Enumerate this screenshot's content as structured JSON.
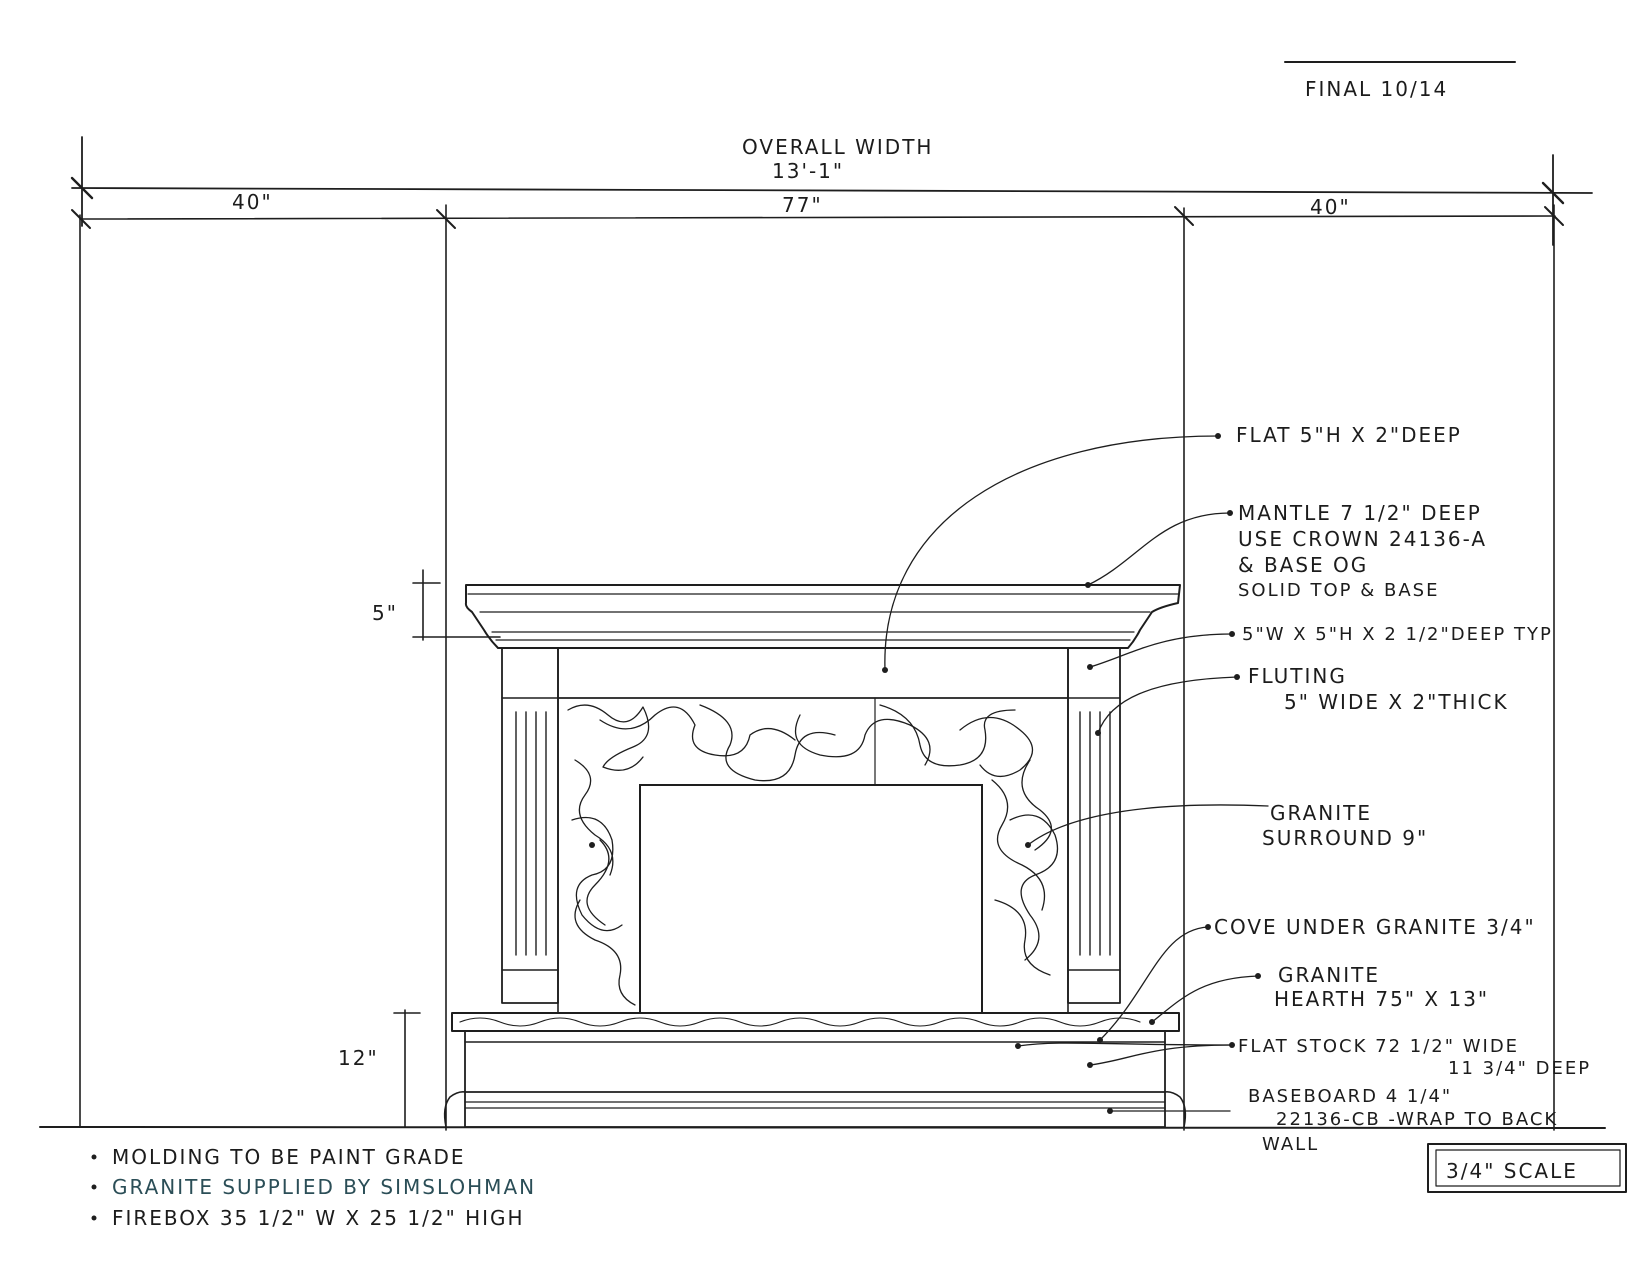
{
  "title_block": {
    "status": "FINAL 10/14",
    "scale": "3/4\" SCALE"
  },
  "dimensions": {
    "overall_label": "OVERALL WIDTH",
    "overall_value": "13'-1\"",
    "left_width": "40\"",
    "center_width": "77\"",
    "right_width": "40\"",
    "mantle_height": "5\"",
    "hearth_height": "12\""
  },
  "callouts": [
    {
      "id": "flat-top",
      "lines": [
        "FLAT 5\"H X 2\"DEEP"
      ]
    },
    {
      "id": "mantle",
      "lines": [
        "MANTLE 7 1/2\" DEEP",
        "USE CROWN 24136-A",
        "& BASE OG",
        "SOLID TOP & BASE"
      ]
    },
    {
      "id": "pilaster",
      "lines": [
        "5\"W X 5\"H X 2 1/2\"DEEP TYP"
      ]
    },
    {
      "id": "fluting",
      "lines": [
        "FLUTING",
        "5\" WIDE X 2\"THICK"
      ]
    },
    {
      "id": "granite-surround",
      "lines": [
        "GRANITE",
        "SURROUND 9\""
      ]
    },
    {
      "id": "cove",
      "lines": [
        "COVE UNDER GRANITE 3/4\""
      ]
    },
    {
      "id": "hearth",
      "lines": [
        "GRANITE",
        "HEARTH 75\" X 13\""
      ]
    },
    {
      "id": "flat-stock",
      "lines": [
        "FLAT STOCK 72 1/2\" WIDE",
        "11 3/4\" DEEP"
      ]
    },
    {
      "id": "baseboard",
      "lines": [
        "BASEBOARD 4 1/4\"",
        "22136-CB -WRAP TO BACK",
        "WALL"
      ]
    }
  ],
  "notes": [
    "MOLDING TO BE PAINT GRADE",
    "GRANITE SUPPLIED BY SIMSLOHMAN",
    "FIREBOX 35 1/2\" W X 25 1/2\" HIGH"
  ],
  "colors": {
    "ink": "#1e1e1e",
    "accent_ink": "#2b4e57",
    "paper": "#ffffff"
  }
}
